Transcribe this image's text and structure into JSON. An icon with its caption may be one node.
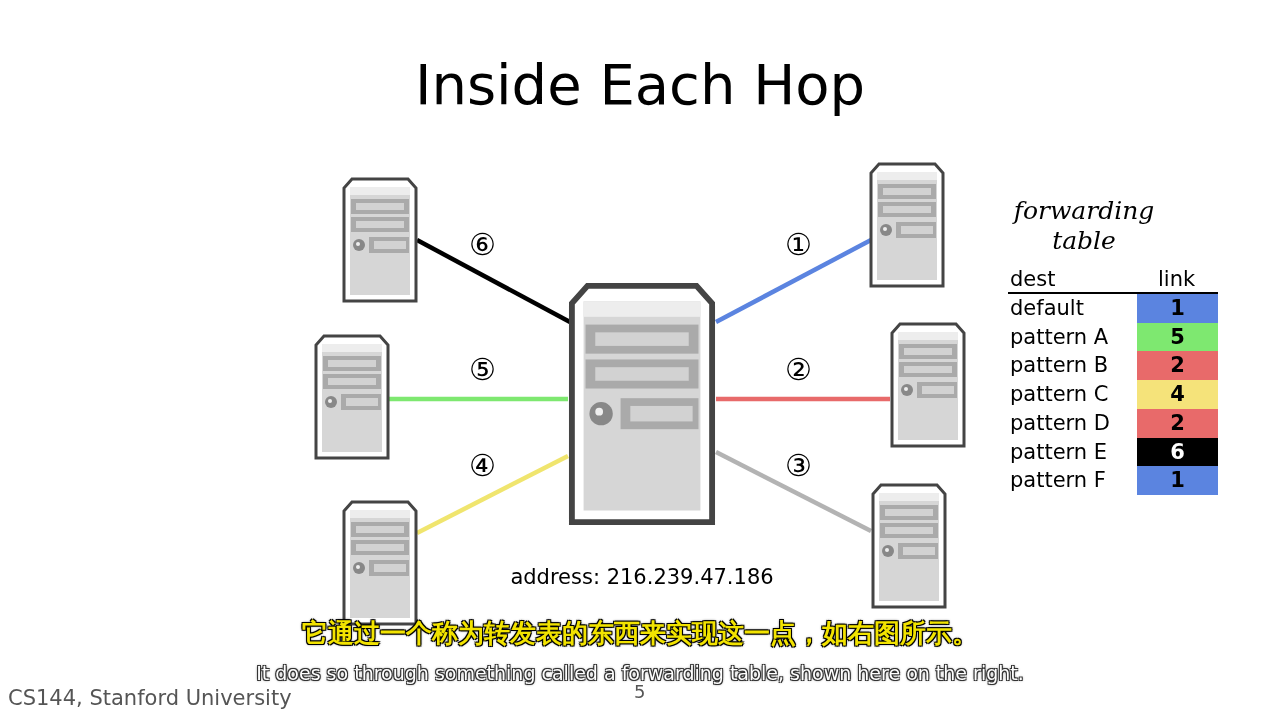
{
  "diagram": {
    "title": "Inside Each Hop",
    "nodes": [
      {
        "text": [],
        "shape": "picture",
        "beside": [
          "address: 216.239.47.186"
        ]
      },
      {
        "text": [],
        "shape": "picture"
      },
      {
        "text": [],
        "shape": "picture"
      },
      {
        "text": [],
        "shape": "picture"
      },
      {
        "text": [],
        "shape": "picture"
      },
      {
        "text": [],
        "shape": "picture"
      },
      {
        "text": [],
        "shape": "picture"
      }
    ],
    "edges": [
      {
        "from": 0,
        "to": 2,
        "arrow": "none",
        "label": "①",
        "color": "#5b84e0"
      },
      {
        "from": 0,
        "to": 4,
        "arrow": "none",
        "label": "②",
        "color": "#e86a6a"
      },
      {
        "from": 0,
        "to": 6,
        "arrow": "none",
        "label": "③",
        "color": "#b3b3b3"
      },
      {
        "from": 0,
        "to": 5,
        "arrow": "none",
        "label": "④",
        "color": "#f0e56e"
      },
      {
        "from": 0,
        "to": 3,
        "arrow": "none",
        "label": "⑤",
        "color": "#7ee870"
      },
      {
        "from": 0,
        "to": 1,
        "arrow": "none",
        "label": "⑥",
        "color": "#000000"
      }
    ],
    "labels": [
      "forwarding table",
      "dest",
      "link",
      "default",
      "1",
      "pattern A",
      "5",
      "pattern B",
      "2",
      "pattern C",
      "4",
      "pattern D",
      "2",
      "pattern E",
      "6",
      "pattern F",
      "1",
      "它通过一个称为转发表的东西来实现这一点，如右图所示。",
      "It does so through something called a forwarding table, shown here on the right.",
      "CS144, Stanford University",
      "5"
    ]
  }
}
